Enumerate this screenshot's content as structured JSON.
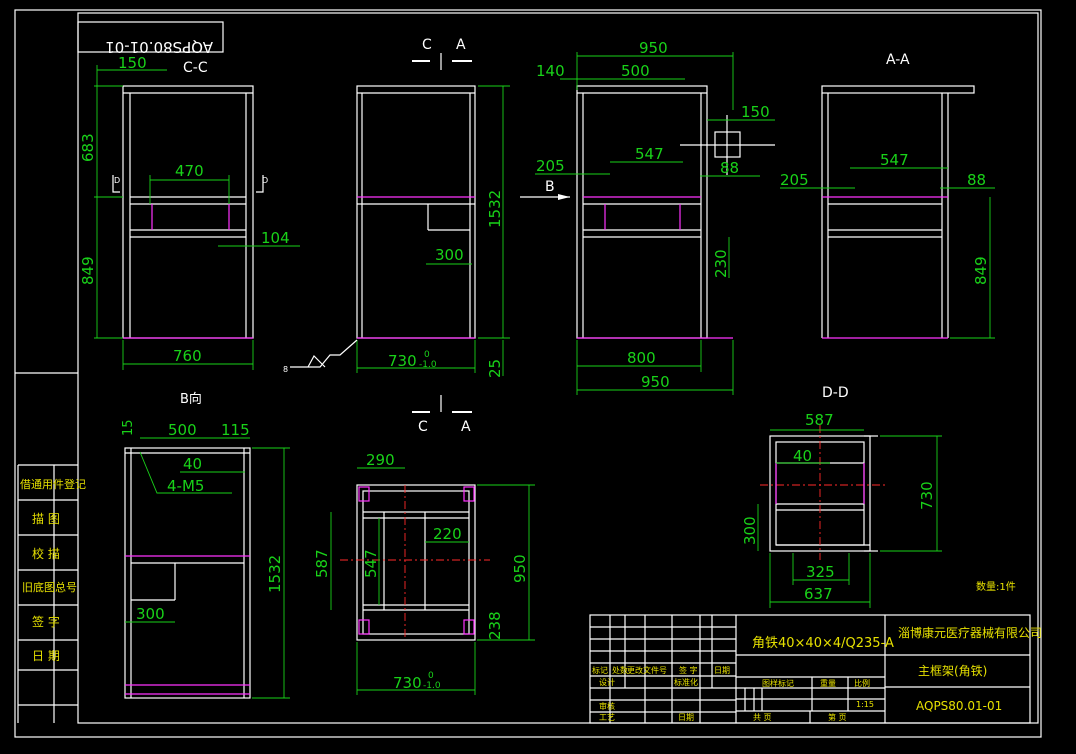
{
  "drawing_number_mirrored": "AQPS80.01-01",
  "views": {
    "cc": {
      "label": "C-C",
      "dim_top": "150",
      "dim_683": "683",
      "dim_849": "849",
      "dim_470": "470",
      "dim_104": "104",
      "dim_760": "760",
      "mark_d": "D"
    },
    "front": {
      "mark_c": "C",
      "mark_a": "A",
      "dim_1532": "1532",
      "dim_300": "300",
      "dim_730": "730",
      "tol_0": "0",
      "tol_neg": "-1.0",
      "dim_25": "25",
      "weld_mark": "8"
    },
    "side": {
      "dim_950_top": "950",
      "dim_140": "140",
      "dim_500": "500",
      "dim_150": "150",
      "dim_205": "205",
      "dim_547": "547",
      "dim_88": "88",
      "dim_230": "230",
      "dim_800": "800",
      "dim_950_bot": "950",
      "mark_b": "B"
    },
    "aa": {
      "label": "A-A",
      "dim_547": "547",
      "dim_205": "205",
      "dim_88": "88",
      "dim_849": "849"
    },
    "b_view": {
      "label": "B向",
      "dim_15": "15",
      "dim_500": "500",
      "dim_115": "115",
      "dim_40": "40",
      "dim_4m5": "4-M5",
      "dim_1532": "1532",
      "dim_300": "300"
    },
    "plan": {
      "mark_c": "C",
      "mark_a": "A",
      "dim_290": "290",
      "dim_220": "220",
      "dim_587": "587",
      "dim_547": "547",
      "dim_950": "950",
      "dim_238": "238",
      "dim_730": "730",
      "tol_0": "0",
      "tol_neg": "-1.0"
    },
    "dd": {
      "label": "D-D",
      "dim_587": "587",
      "dim_40": "40",
      "dim_730": "730",
      "dim_300": "300",
      "dim_325": "325",
      "dim_637": "637"
    }
  },
  "quantity_note": "数量:1件",
  "left_strip": [
    "借通用件登记",
    "描 图",
    "校 描",
    "旧底图总号",
    "签 字",
    "日 期"
  ],
  "title_block": {
    "material": "角铁40×40×4/Q235-A",
    "company": "淄博康元医疗器械有限公司",
    "part_name": "主框架(角铁)",
    "drawing_number": "AQPS80.01-01",
    "scale": "1:15",
    "rev_headers": [
      "标记",
      "处数",
      "更改文件号",
      "签 字",
      "日期"
    ],
    "labels": {
      "design": "设计",
      "standard": "标准化",
      "check": "审核",
      "process": "工艺",
      "date": "日期",
      "stage": "图样标记",
      "weight": "重量",
      "scale_label": "比例",
      "sheet": "共 页",
      "of_sheet": "第 页"
    }
  }
}
